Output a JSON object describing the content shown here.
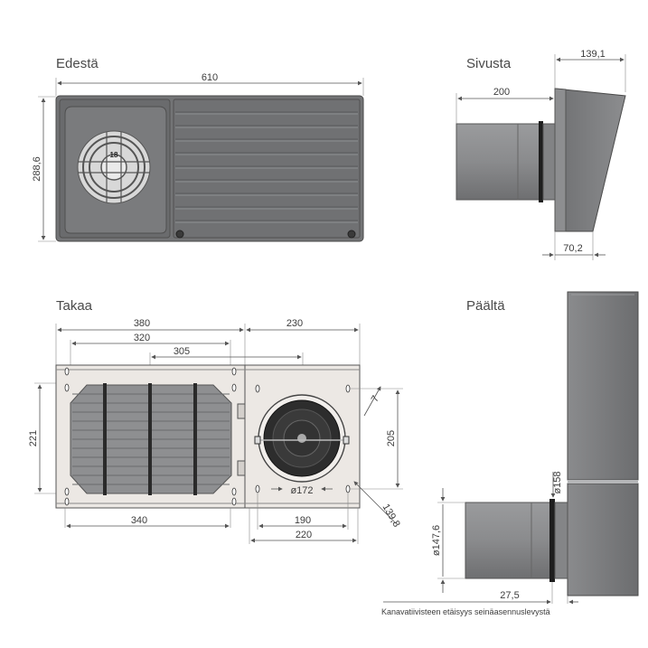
{
  "views": {
    "front": "Edestä",
    "side": "Sivusta",
    "back": "Takaa",
    "top": "Päältä"
  },
  "dimensions": {
    "front_width": "610",
    "front_height": "288,6",
    "side_depth": "200",
    "side_top": "139,1",
    "side_bottom": "70,2",
    "back_380": "380",
    "back_230": "230",
    "back_320": "320",
    "back_305": "305",
    "back_221": "221",
    "back_205": "205",
    "back_7": "7",
    "back_diameter_172": "ø172",
    "back_139_8": "139,8",
    "back_340": "340",
    "back_190": "190",
    "back_220": "220",
    "top_diameter_158": "ø158",
    "top_diameter_147_6": "ø147,6",
    "top_27_5": "27,5"
  },
  "fan_label": "18",
  "note": "Kanavatiivisteen etäisyys seinäasennuslevystä",
  "colors": {
    "body_gray": "#7b7c7e",
    "panel_light": "#e8e4e0",
    "dark": "#2a2a2a"
  }
}
